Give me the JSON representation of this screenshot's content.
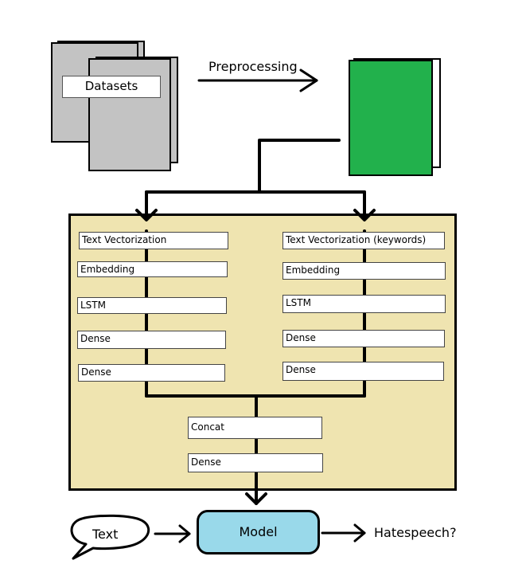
{
  "data_section": {
    "datasets_label": "Datasets",
    "preprocessing_label": "Preprocessing"
  },
  "left_branch": {
    "layers": [
      "Text Vectorization",
      "Embedding",
      "LSTM",
      "Dense",
      "Dense"
    ]
  },
  "right_branch": {
    "layers": [
      "Text Vectorization (keywords)",
      "Embedding",
      "LSTM",
      "Dense",
      "Dense"
    ]
  },
  "merge": {
    "layers": [
      "Concat",
      "Dense"
    ]
  },
  "inference": {
    "input_label": "Text",
    "model_label": "Model",
    "output_label": "Hatespeech?"
  },
  "colors": {
    "dataset_gray": "#c3c3c3",
    "processed_green": "#22b14c",
    "model_panel": "#efe4b0",
    "model_box": "#99d9ea"
  }
}
